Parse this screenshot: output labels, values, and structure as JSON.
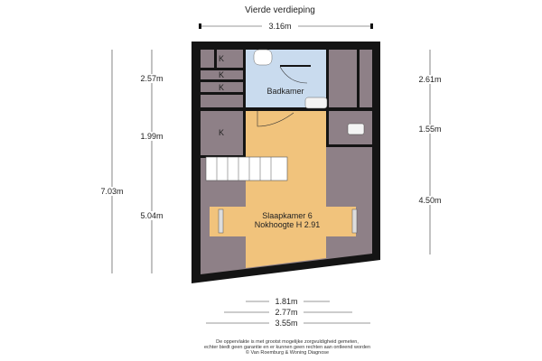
{
  "title": "Vierde verdieping",
  "rooms": {
    "badkamer": "Badkamer",
    "slaapkamer": "Slaapkamer 6",
    "nokhoogte": "Nokhoogte H 2.91",
    "closet": "K"
  },
  "dimensions": {
    "top": "3.16m",
    "left": [
      "2.57m",
      "1.99m",
      "7.03m",
      "5.04m"
    ],
    "right": [
      "2.61m",
      "1.55m",
      "4.50m"
    ],
    "bottom": [
      "1.81m",
      "2.77m",
      "3.55m"
    ]
  },
  "disclaimer": [
    "De oppervlakte is met grootst mogelijke zorgvuldigheid gemeten,",
    "echter biedt geen garantie en er kunnen geen rechten aan ontleend worden",
    "© Van Roemburg & Woning Diagnose"
  ],
  "colors": {
    "wall": "#141414",
    "roof": "#8e8087",
    "bath": "#c9dbee",
    "bed": "#f1c37c"
  }
}
